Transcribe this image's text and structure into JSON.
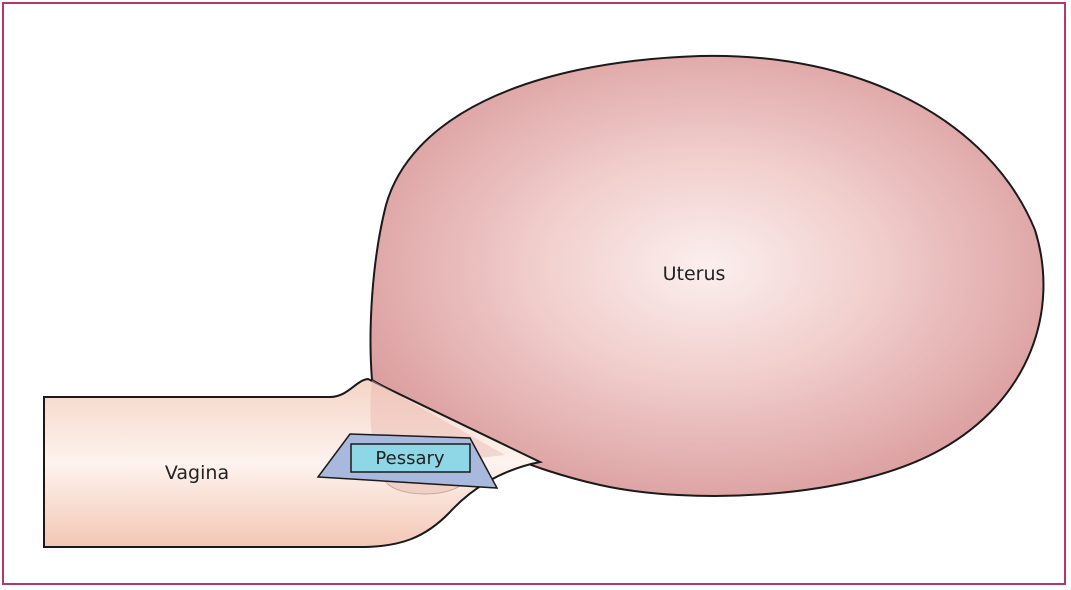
{
  "labels": {
    "uterus": "Uterus",
    "vagina": "Vagina",
    "pessary": "Pessary"
  },
  "colors": {
    "frame": "#b23a6b",
    "uterus_center": "#fbefee",
    "uterus_edge": "#dc9fa0",
    "vagina_light": "#fdf3ee",
    "vagina_dark": "#f3c4b1",
    "pessary_fill": "#a9b9dd",
    "pessary_label_box": "#8fd6e6",
    "outline": "#1a1a1a"
  }
}
